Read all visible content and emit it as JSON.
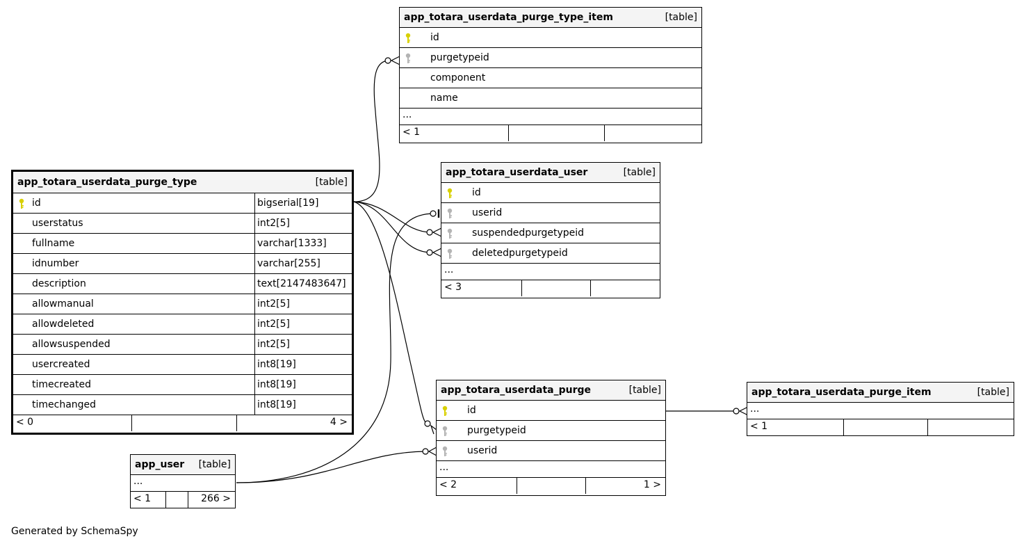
{
  "diagram": {
    "tables": {
      "purge_type_item": {
        "name": "app_totara_userdata_purge_type_item",
        "kind": "[table]",
        "columns": [
          {
            "name": "id",
            "key": "primary"
          },
          {
            "name": "purgetypeid",
            "key": "foreign"
          },
          {
            "name": "component",
            "key": ""
          },
          {
            "name": "name",
            "key": ""
          }
        ],
        "more": "...",
        "footer_left": "< 1",
        "footer_right": ""
      },
      "userdata_user": {
        "name": "app_totara_userdata_user",
        "kind": "[table]",
        "columns": [
          {
            "name": "id",
            "key": "primary"
          },
          {
            "name": "userid",
            "key": "foreign"
          },
          {
            "name": "suspendedpurgetypeid",
            "key": "foreign"
          },
          {
            "name": "deletedpurgetypeid",
            "key": "foreign"
          }
        ],
        "more": "...",
        "footer_left": "< 3",
        "footer_right": ""
      },
      "purge_type": {
        "name": "app_totara_userdata_purge_type",
        "kind": "[table]",
        "columns": [
          {
            "name": "id",
            "type": "bigserial[19]",
            "key": "primary"
          },
          {
            "name": "userstatus",
            "type": "int2[5]",
            "key": ""
          },
          {
            "name": "fullname",
            "type": "varchar[1333]",
            "key": ""
          },
          {
            "name": "idnumber",
            "type": "varchar[255]",
            "key": ""
          },
          {
            "name": "description",
            "type": "text[2147483647]",
            "key": ""
          },
          {
            "name": "allowmanual",
            "type": "int2[5]",
            "key": ""
          },
          {
            "name": "allowdeleted",
            "type": "int2[5]",
            "key": ""
          },
          {
            "name": "allowsuspended",
            "type": "int2[5]",
            "key": ""
          },
          {
            "name": "usercreated",
            "type": "int8[19]",
            "key": ""
          },
          {
            "name": "timecreated",
            "type": "int8[19]",
            "key": ""
          },
          {
            "name": "timechanged",
            "type": "int8[19]",
            "key": ""
          }
        ],
        "footer_left": "< 0",
        "footer_right": "4 >"
      },
      "purge": {
        "name": "app_totara_userdata_purge",
        "kind": "[table]",
        "columns": [
          {
            "name": "id",
            "key": "primary"
          },
          {
            "name": "purgetypeid",
            "key": "foreign"
          },
          {
            "name": "userid",
            "key": "foreign"
          }
        ],
        "more": "...",
        "footer_left": "< 2",
        "footer_right": "1 >"
      },
      "purge_item": {
        "name": "app_totara_userdata_purge_item",
        "kind": "[table]",
        "more": "...",
        "footer_left": "< 1",
        "footer_right": ""
      },
      "app_user": {
        "name": "app_user",
        "kind": "[table]",
        "more": "...",
        "footer_left": "< 1",
        "footer_right": "266 >"
      }
    },
    "key_colors": {
      "primary": "#d8d000",
      "foreign": "#b4b4b4"
    }
  },
  "credit": "Generated by SchemaSpy"
}
